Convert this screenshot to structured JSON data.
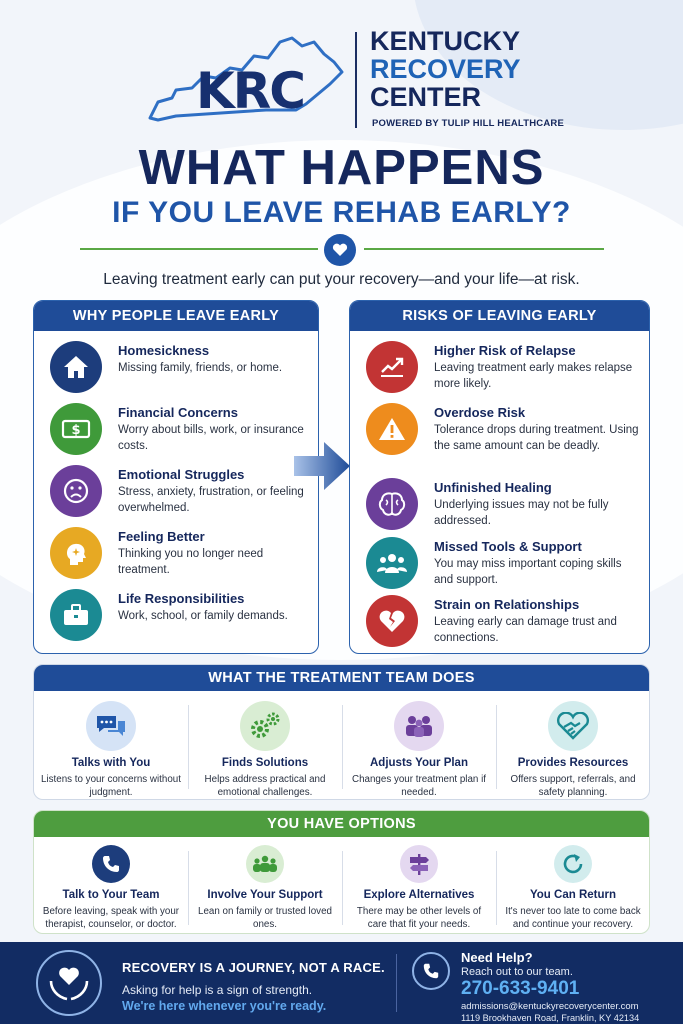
{
  "brand": {
    "logo_letters": "KRC",
    "line1": "KENTUCKY",
    "line2": "RECOVERY",
    "line3": "CENTER",
    "powered_by": "POWERED BY TULIP HILL HEALTHCARE"
  },
  "headline": {
    "title1": "WHAT HAPPENS",
    "title2": "IF YOU LEAVE REHAB EARLY?",
    "subtitle": "Leaving treatment early can put your recovery—and your life—at risk."
  },
  "why_leave": {
    "heading": "WHY PEOPLE LEAVE EARLY",
    "items": [
      {
        "title": "Homesickness",
        "desc": "Missing family, friends, or home.",
        "icon": "house-icon",
        "color": "#1d3d7c"
      },
      {
        "title": "Financial Concerns",
        "desc": "Worry about bills, work, or insurance costs.",
        "icon": "dollar-bill-icon",
        "color": "#3f9a3a"
      },
      {
        "title": "Emotional Struggles",
        "desc": "Stress, anxiety, frustration, or feeling overwhelmed.",
        "icon": "sad-face-icon",
        "color": "#6b3f9a"
      },
      {
        "title": "Feeling Better",
        "desc": "Thinking you no longer need treatment.",
        "icon": "head-sparkle-icon",
        "color": "#e7a923"
      },
      {
        "title": "Life Responsibilities",
        "desc": "Work, school, or family demands.",
        "icon": "briefcase-icon",
        "color": "#1b8a93"
      }
    ]
  },
  "risks": {
    "heading": "RISKS OF LEAVING EARLY",
    "items": [
      {
        "title": "Higher Risk of Relapse",
        "desc": "Leaving treatment early makes relapse more likely.",
        "icon": "trend-chart-icon",
        "color": "#c23434"
      },
      {
        "title": "Overdose Risk",
        "desc": "Tolerance drops during treatment. Using the same amount can be deadly.",
        "icon": "warning-icon",
        "color": "#ee8c1d"
      },
      {
        "title": "Unfinished Healing",
        "desc": "Underlying issues may not be fully addressed.",
        "icon": "brain-icon",
        "color": "#6b3f9a"
      },
      {
        "title": "Missed Tools & Support",
        "desc": "You may miss important coping skills and support.",
        "icon": "group-icon",
        "color": "#1b8a93"
      },
      {
        "title": "Strain on Relationships",
        "desc": "Leaving early can damage trust and connections.",
        "icon": "broken-heart-icon",
        "color": "#c23434"
      }
    ]
  },
  "team": {
    "heading": "WHAT THE TREATMENT TEAM DOES",
    "items": [
      {
        "title": "Talks with You",
        "desc": "Listens to your concerns without judgment.",
        "icon": "chat-bubbles-icon"
      },
      {
        "title": "Finds Solutions",
        "desc": "Helps address practical and emotional challenges.",
        "icon": "gears-icon"
      },
      {
        "title": "Adjusts Your Plan",
        "desc": "Changes your treatment plan if needed.",
        "icon": "people-icon"
      },
      {
        "title": "Provides Resources",
        "desc": "Offers support, referrals, and safety planning.",
        "icon": "handshake-icon"
      }
    ]
  },
  "options": {
    "heading": "YOU HAVE OPTIONS",
    "items": [
      {
        "title": "Talk to Your Team",
        "desc": "Before leaving, speak with your therapist, counselor, or doctor.",
        "icon": "phone-icon"
      },
      {
        "title": "Involve Your Support",
        "desc": "Lean on family or trusted loved ones.",
        "icon": "support-group-icon"
      },
      {
        "title": "Explore Alternatives",
        "desc": "There may be other levels of care that fit your needs.",
        "icon": "signpost-icon"
      },
      {
        "title": "You Can Return",
        "desc": "It's never too late to come back and continue your recovery.",
        "icon": "return-arrow-icon"
      }
    ]
  },
  "footer": {
    "tagline": "RECOVERY IS A JOURNEY, NOT A RACE.",
    "line2": "Asking for help is a sign of strength.",
    "line3": "We're here whenever you're ready.",
    "help_title": "Need Help?",
    "help_sub": "Reach out to our team.",
    "phone": "270-633-9401",
    "email": "admissions@kentuckyrecoverycenter.com",
    "address": "1119 Brookhaven Road, Franklin, KY 42134"
  },
  "colors": {
    "navy": "#15275c",
    "blue": "#1f55a8",
    "green": "#5aa845"
  }
}
